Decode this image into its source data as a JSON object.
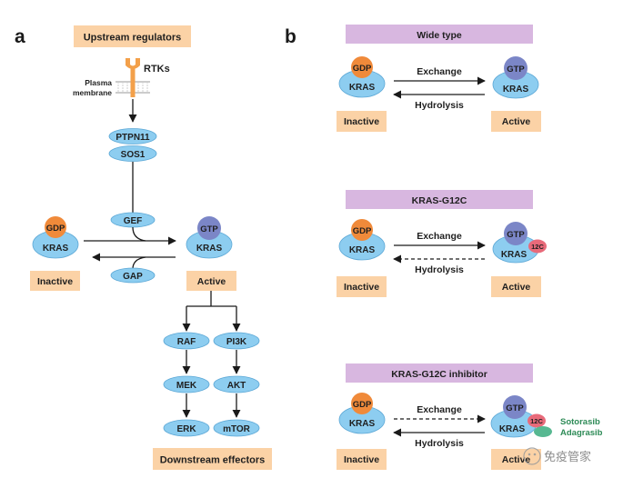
{
  "panel_a": {
    "letter": "a",
    "upstream_title": "Upstream regulators",
    "rtks": "RTKs",
    "plasma_membrane_1": "Plasma",
    "plasma_membrane_2": "membrane",
    "ptpn11": "PTPN11",
    "sos1": "SOS1",
    "gef": "GEF",
    "gap": "GAP",
    "gdp": "GDP",
    "gtp": "GTP",
    "kras": "KRAS",
    "inactive": "Inactive",
    "active": "Active",
    "raf": "RAF",
    "pi3k": "PI3K",
    "mek": "MEK",
    "akt": "AKT",
    "erk": "ERK",
    "mtor": "mTOR",
    "downstream_title": "Downstream effectors"
  },
  "panel_b": {
    "letter": "b",
    "rows": [
      {
        "title": "Wide type",
        "exchange": "Exchange",
        "hydrolysis": "Hydrolysis",
        "gdp": "GDP",
        "gtp": "GTP",
        "kras": "KRAS",
        "inactive": "Inactive",
        "active": "Active",
        "mutation": "",
        "drug_1": "",
        "drug_2": ""
      },
      {
        "title": "KRAS-G12C",
        "exchange": "Exchange",
        "hydrolysis": "Hydrolysis",
        "gdp": "GDP",
        "gtp": "GTP",
        "kras": "KRAS",
        "inactive": "Inactive",
        "active": "Active",
        "mutation": "12C",
        "drug_1": "",
        "drug_2": ""
      },
      {
        "title": "KRAS-G12C inhibitor",
        "exchange": "Exchange",
        "hydrolysis": "Hydrolysis",
        "gdp": "GDP",
        "gtp": "GTP",
        "kras": "KRAS",
        "inactive": "Inactive",
        "active": "Active",
        "mutation": "12C",
        "drug_1": "Sotorasib",
        "drug_2": "Adagrasib"
      }
    ]
  },
  "watermark": "免疫管家",
  "colors": {
    "orange_box": "#fbd2a6",
    "purple_box": "#d8b7e0",
    "kras_blue": "#8dcdf0",
    "gdp_orange": "#f08a3a",
    "gtp_purple": "#7b86c7",
    "g12c_pink": "#e86a7a",
    "drug_green": "#57b891",
    "drug_text": "#2e8b57"
  }
}
